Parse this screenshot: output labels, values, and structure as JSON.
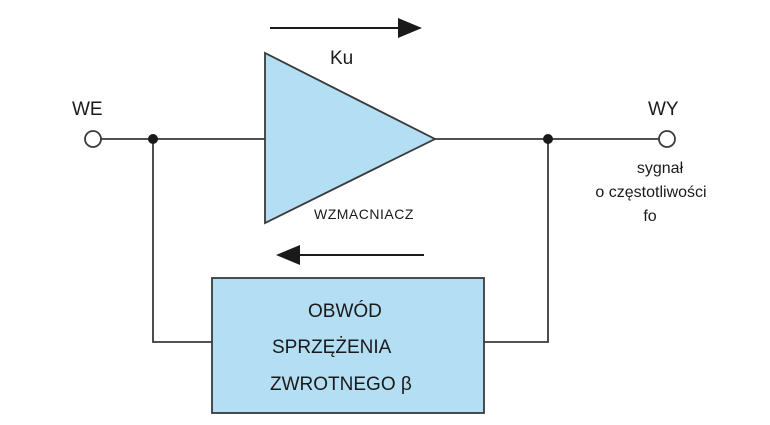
{
  "diagram": {
    "input_label": "WE",
    "output_label": "WY",
    "gain_label": "Ku",
    "amplifier_label": "WZMACNIACZ",
    "output_note": {
      "line1": "sygnał",
      "line2": "o częstotliwości",
      "line3": "fo"
    },
    "feedback_block": {
      "line1": "OBWÓD",
      "line2": "SPRZĘŻENIA",
      "line3": "ZWROTNEGO β"
    },
    "colors": {
      "amplifier_fill": "#b3def4",
      "feedback_fill": "#b3def4",
      "stroke": "#3a3a3a",
      "arrow": "#1a1a1a"
    }
  }
}
